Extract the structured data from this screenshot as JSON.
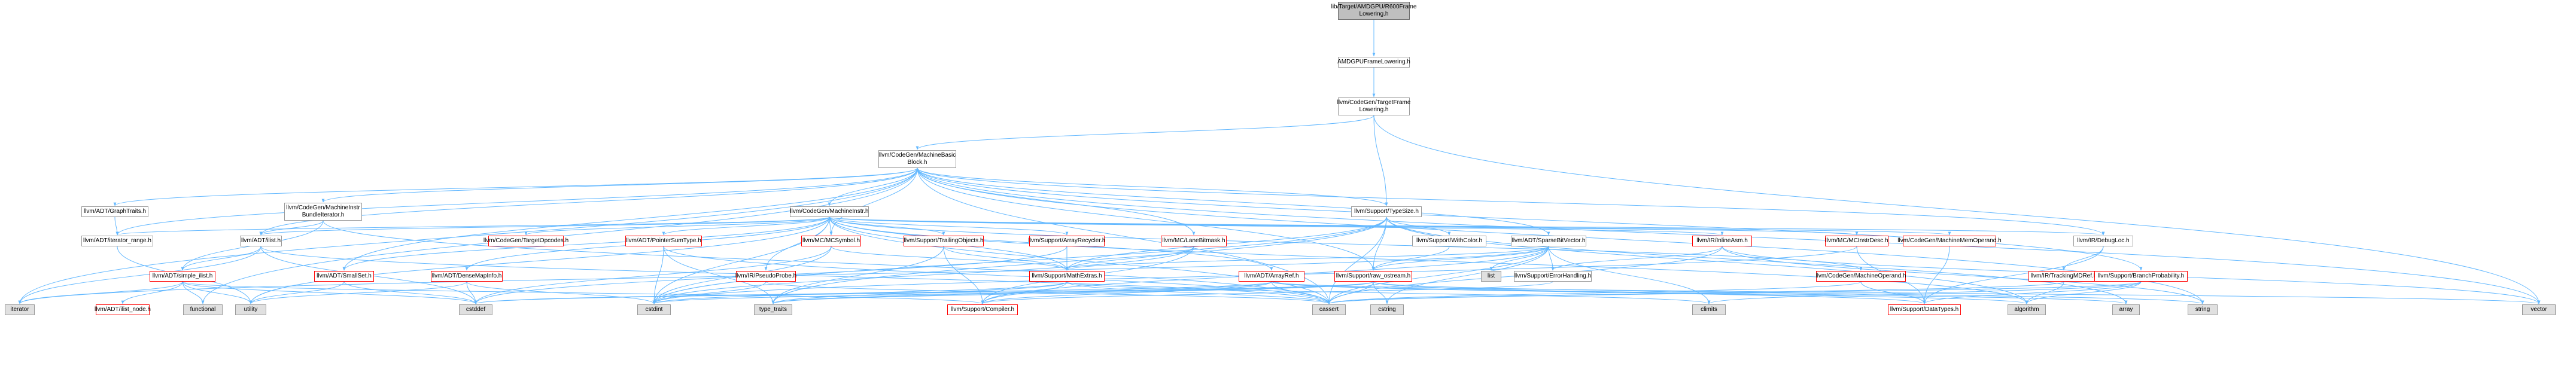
{
  "diagram": {
    "edge_color": "#63b8ff",
    "nodes": [
      {
        "id": "root",
        "label": "lib/Target/AMDGPU/R600Frame\nLowering.h",
        "style": "root"
      },
      {
        "id": "amdgpufl",
        "label": "AMDGPUFrameLowering.h",
        "style": "normal"
      },
      {
        "id": "tfl",
        "label": "llvm/CodeGen/TargetFrame\nLowering.h",
        "style": "normal"
      },
      {
        "id": "mbb",
        "label": "llvm/CodeGen/MachineBasic\nBlock.h",
        "style": "normal"
      },
      {
        "id": "typesize",
        "label": "llvm/Support/TypeSize.h",
        "style": "normal"
      },
      {
        "id": "graphtraits",
        "label": "llvm/ADT/GraphTraits.h",
        "style": "normal"
      },
      {
        "id": "mibundle",
        "label": "llvm/CodeGen/MachineInstr\nBundleIterator.h",
        "style": "normal"
      },
      {
        "id": "mi",
        "label": "llvm/CodeGen/MachineInstr.h",
        "style": "normal"
      },
      {
        "id": "iterrange",
        "label": "llvm/ADT/iterator_range.h",
        "style": "normal"
      },
      {
        "id": "ilist",
        "label": "llvm/ADT/ilist.h",
        "style": "normal"
      },
      {
        "id": "simpleilist",
        "label": "llvm/ADT/simple_ilist.h",
        "style": "red"
      },
      {
        "id": "ilistnode",
        "label": "llvm/ADT/ilist_node.h",
        "style": "red"
      },
      {
        "id": "smallset",
        "label": "llvm/ADT/SmallSet.h",
        "style": "red"
      },
      {
        "id": "densemapinfo",
        "label": "llvm/ADT/DenseMapInfo.h",
        "style": "red"
      },
      {
        "id": "tgtopcodes",
        "label": "llvm/CodeGen/TargetOpcodes.h",
        "style": "red"
      },
      {
        "id": "ptrsumtype",
        "label": "llvm/ADT/PointerSumType.h",
        "style": "red"
      },
      {
        "id": "mcsymbol",
        "label": "llvm/MC/MCSymbol.h",
        "style": "red"
      },
      {
        "id": "trailing",
        "label": "llvm/Support/TrailingObjects.h",
        "style": "red"
      },
      {
        "id": "arrayrecycler",
        "label": "llvm/Support/ArrayRecycler.h",
        "style": "red"
      },
      {
        "id": "lanebitmask",
        "label": "llvm/MC/LaneBitmask.h",
        "style": "red"
      },
      {
        "id": "pseudoprobe",
        "label": "llvm/IR/PseudoProbe.h",
        "style": "red"
      },
      {
        "id": "mathextras",
        "label": "llvm/Support/MathExtras.h",
        "style": "red"
      },
      {
        "id": "arrayref",
        "label": "llvm/ADT/ArrayRef.h",
        "style": "red"
      },
      {
        "id": "rawostream",
        "label": "llvm/Support/raw_ostream.h",
        "style": "red"
      },
      {
        "id": "withcolor",
        "label": "llvm/Support/WithColor.h",
        "style": "normal"
      },
      {
        "id": "sparsebv",
        "label": "llvm/ADT/SparseBitVector.h",
        "style": "normal"
      },
      {
        "id": "errorhandling",
        "label": "llvm/Support/ErrorHandling.h",
        "style": "normal"
      },
      {
        "id": "inlineasm",
        "label": "llvm/IR/InlineAsm.h",
        "style": "red"
      },
      {
        "id": "mcinstrdesc",
        "label": "llvm/MC/MCInstrDesc.h",
        "style": "red"
      },
      {
        "id": "mmo",
        "label": "llvm/CodeGen/MachineMemOperand.h",
        "style": "red"
      },
      {
        "id": "debugloc",
        "label": "llvm/IR/DebugLoc.h",
        "style": "normal"
      },
      {
        "id": "mo",
        "label": "llvm/CodeGen/MachineOperand.h",
        "style": "red"
      },
      {
        "id": "trackingmdref",
        "label": "llvm/IR/TrackingMDRef.h",
        "style": "red"
      },
      {
        "id": "branchprob",
        "label": "llvm/Support/BranchProbability.h",
        "style": "red"
      },
      {
        "id": "compiler",
        "label": "llvm/Support/Compiler.h",
        "style": "red"
      },
      {
        "id": "datatypes",
        "label": "llvm/Support/DataTypes.h",
        "style": "red"
      },
      {
        "id": "iterator",
        "label": "iterator",
        "style": "gray"
      },
      {
        "id": "functional",
        "label": "functional",
        "style": "gray"
      },
      {
        "id": "utility",
        "label": "utility",
        "style": "gray"
      },
      {
        "id": "cstddef",
        "label": "cstddef",
        "style": "gray"
      },
      {
        "id": "cstdint",
        "label": "cstdint",
        "style": "gray"
      },
      {
        "id": "typetraits",
        "label": "type_traits",
        "style": "gray"
      },
      {
        "id": "cassert",
        "label": "cassert",
        "style": "gray"
      },
      {
        "id": "cstring",
        "label": "cstring",
        "style": "gray"
      },
      {
        "id": "climits",
        "label": "climits",
        "style": "gray"
      },
      {
        "id": "list",
        "label": "list",
        "style": "gray"
      },
      {
        "id": "algorithm",
        "label": "algorithm",
        "style": "gray"
      },
      {
        "id": "array",
        "label": "array",
        "style": "gray"
      },
      {
        "id": "string",
        "label": "string",
        "style": "gray"
      },
      {
        "id": "vector",
        "label": "vector",
        "style": "gray"
      }
    ],
    "edges": [
      [
        "root",
        "amdgpufl"
      ],
      [
        "amdgpufl",
        "tfl"
      ],
      [
        "tfl",
        "mbb"
      ],
      [
        "tfl",
        "typesize"
      ],
      [
        "tfl",
        "vector"
      ],
      [
        "mbb",
        "graphtraits"
      ],
      [
        "mbb",
        "mibundle"
      ],
      [
        "mbb",
        "mi"
      ],
      [
        "mbb",
        "iterrange"
      ],
      [
        "mbb",
        "ilist"
      ],
      [
        "mbb",
        "sparsebv"
      ],
      [
        "mbb",
        "debugloc"
      ],
      [
        "mbb",
        "branchprob"
      ],
      [
        "mbb",
        "lanebitmask"
      ],
      [
        "mbb",
        "rawostream"
      ],
      [
        "mbb",
        "iterator"
      ],
      [
        "mbb",
        "functional"
      ],
      [
        "mbb",
        "cassert"
      ],
      [
        "mbb",
        "string"
      ],
      [
        "mbb",
        "vector"
      ],
      [
        "mbb",
        "typesize"
      ],
      [
        "mbb",
        "smallset"
      ],
      [
        "mbb",
        "mcsymbol"
      ],
      [
        "graphtraits",
        "iterrange"
      ],
      [
        "mibundle",
        "ilist"
      ],
      [
        "mibundle",
        "simpleilist"
      ],
      [
        "mibundle",
        "cassert"
      ],
      [
        "mi",
        "densemapinfo"
      ],
      [
        "mi",
        "ilist"
      ],
      [
        "mi",
        "iterrange"
      ],
      [
        "mi",
        "smallset"
      ],
      [
        "mi",
        "tgtopcodes"
      ],
      [
        "mi",
        "ptrsumtype"
      ],
      [
        "mi",
        "mcsymbol"
      ],
      [
        "mi",
        "trailing"
      ],
      [
        "mi",
        "arrayrecycler"
      ],
      [
        "mi",
        "pseudoprobe"
      ],
      [
        "mi",
        "inlineasm"
      ],
      [
        "mi",
        "mcinstrdesc"
      ],
      [
        "mi",
        "mmo"
      ],
      [
        "mi",
        "mo"
      ],
      [
        "mi",
        "debugloc"
      ],
      [
        "mi",
        "arrayref"
      ],
      [
        "mi",
        "mathextras"
      ],
      [
        "mi",
        "cstdint"
      ],
      [
        "mi",
        "utility"
      ],
      [
        "mi",
        "algorithm"
      ],
      [
        "mi",
        "cassert"
      ],
      [
        "iterrange",
        "utility"
      ],
      [
        "ilist",
        "simpleilist"
      ],
      [
        "ilist",
        "iterator"
      ],
      [
        "ilist",
        "cassert"
      ],
      [
        "ilist",
        "cstddef"
      ],
      [
        "simpleilist",
        "ilistnode"
      ],
      [
        "simpleilist",
        "iterator"
      ],
      [
        "simpleilist",
        "functional"
      ],
      [
        "simpleilist",
        "utility"
      ],
      [
        "simpleilist",
        "cstddef"
      ],
      [
        "simpleilist",
        "compiler"
      ],
      [
        "smallset",
        "cstddef"
      ],
      [
        "smallset",
        "utility"
      ],
      [
        "densemapinfo",
        "cstddef"
      ],
      [
        "densemapinfo",
        "cstdint"
      ],
      [
        "densemapinfo",
        "utility"
      ],
      [
        "ptrsumtype",
        "cstdint"
      ],
      [
        "ptrsumtype",
        "typetraits"
      ],
      [
        "ptrsumtype",
        "cassert"
      ],
      [
        "mcsymbol",
        "cstddef"
      ],
      [
        "mcsymbol",
        "cstdint"
      ],
      [
        "mcsymbol",
        "mathextras"
      ],
      [
        "trailing",
        "mathextras"
      ],
      [
        "trailing",
        "typetraits"
      ],
      [
        "trailing",
        "compiler"
      ],
      [
        "arrayrecycler",
        "mathextras"
      ],
      [
        "arrayrecycler",
        "cstddef"
      ],
      [
        "lanebitmask",
        "mathextras"
      ],
      [
        "lanebitmask",
        "compiler"
      ],
      [
        "lanebitmask",
        "cstdint"
      ],
      [
        "pseudoprobe",
        "cstdint"
      ],
      [
        "pseudoprobe",
        "cassert"
      ],
      [
        "mathextras",
        "compiler"
      ],
      [
        "mathextras",
        "cassert"
      ],
      [
        "mathextras",
        "climits"
      ],
      [
        "mathextras",
        "cstdint"
      ],
      [
        "mathextras",
        "typetraits"
      ],
      [
        "typesize",
        "mathextras"
      ],
      [
        "typesize",
        "withcolor"
      ],
      [
        "typesize",
        "rawostream"
      ],
      [
        "typesize",
        "algorithm"
      ],
      [
        "typesize",
        "array"
      ],
      [
        "typesize",
        "cassert"
      ],
      [
        "typesize",
        "cstdint"
      ],
      [
        "typesize",
        "typetraits"
      ],
      [
        "withcolor",
        "rawostream"
      ],
      [
        "sparsebv",
        "errorhandling"
      ],
      [
        "sparsebv",
        "list"
      ],
      [
        "sparsebv",
        "mathextras"
      ],
      [
        "sparsebv",
        "rawostream"
      ],
      [
        "sparsebv",
        "climits"
      ],
      [
        "sparsebv",
        "cassert"
      ],
      [
        "sparsebv",
        "iterator"
      ],
      [
        "sparsebv",
        "cstring"
      ],
      [
        "sparsebv",
        "compiler"
      ],
      [
        "errorhandling",
        "compiler"
      ],
      [
        "arrayref",
        "cassert"
      ],
      [
        "arrayref",
        "cstddef"
      ],
      [
        "arrayref",
        "compiler"
      ],
      [
        "arrayref",
        "algorithm"
      ],
      [
        "arrayref",
        "array"
      ],
      [
        "arrayref",
        "vector"
      ],
      [
        "arrayref",
        "typetraits"
      ],
      [
        "rawostream",
        "datatypes"
      ],
      [
        "rawostream",
        "cassert"
      ],
      [
        "rawostream",
        "cstddef"
      ],
      [
        "rawostream",
        "cstdint"
      ],
      [
        "rawostream",
        "cstring"
      ],
      [
        "rawostream",
        "string"
      ],
      [
        "rawostream",
        "typetraits"
      ],
      [
        "inlineasm",
        "errorhandling"
      ],
      [
        "inlineasm",
        "cassert"
      ],
      [
        "inlineasm",
        "string"
      ],
      [
        "inlineasm",
        "vector"
      ],
      [
        "mcinstrdesc",
        "datatypes"
      ],
      [
        "mcinstrdesc",
        "cstdint"
      ],
      [
        "mmo",
        "datatypes"
      ],
      [
        "mo",
        "datatypes"
      ],
      [
        "mo",
        "cassert"
      ],
      [
        "debugloc",
        "trackingmdref"
      ],
      [
        "debugloc",
        "datatypes"
      ],
      [
        "trackingmdref",
        "algorithm"
      ],
      [
        "trackingmdref",
        "cassert"
      ],
      [
        "branchprob",
        "datatypes"
      ],
      [
        "branchprob",
        "algorithm"
      ],
      [
        "branchprob",
        "cassert"
      ],
      [
        "branchprob",
        "climits"
      ],
      [
        "branchprob",
        "numeric-omit"
      ]
    ]
  }
}
